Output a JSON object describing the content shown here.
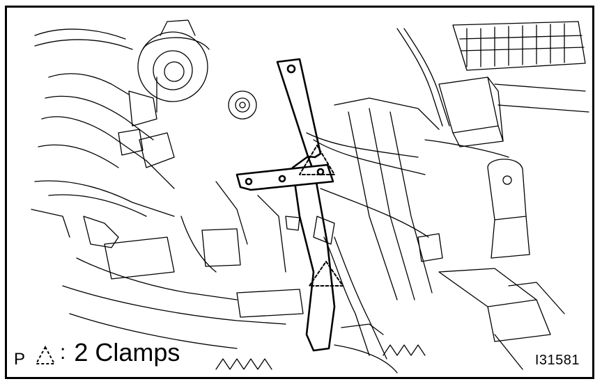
{
  "legend": {
    "page_code": "P",
    "symbol_icon": "dashed-triangle-icon",
    "colon": ":",
    "text": "2 Clamps"
  },
  "figure_id": "I31581",
  "colors": {
    "line": "#000000",
    "background": "#ffffff"
  }
}
